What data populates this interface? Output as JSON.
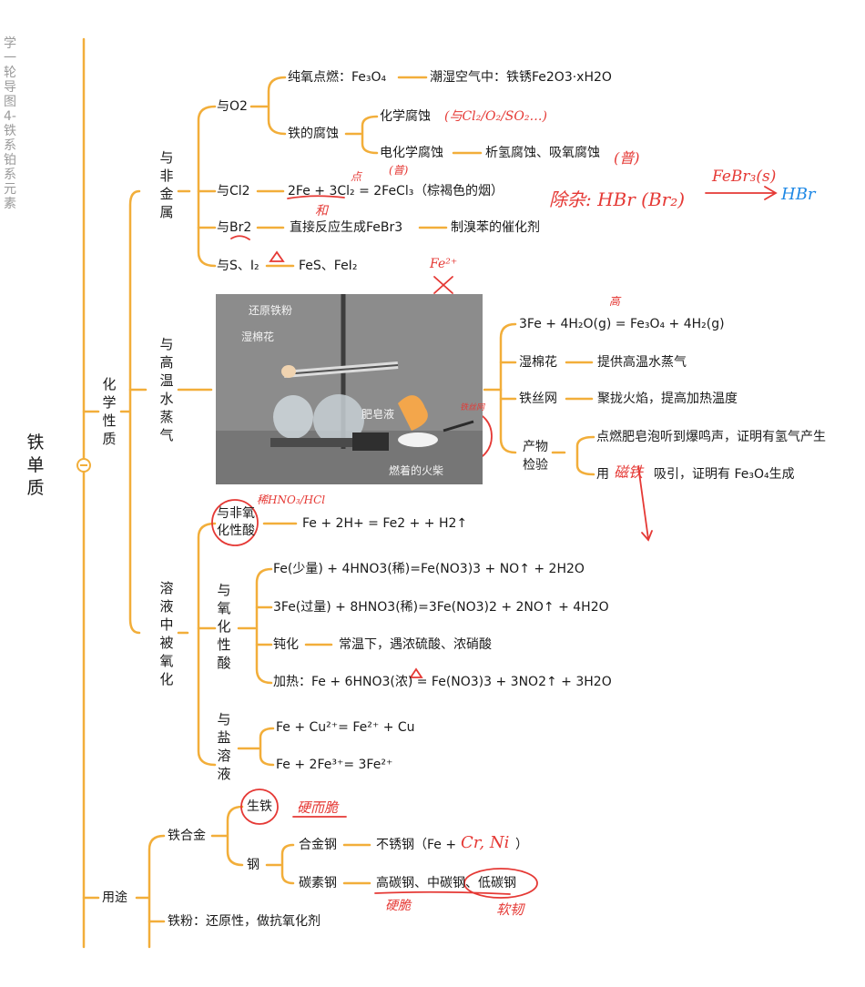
{
  "sidebar": {
    "title": "学一轮导图4-铁系铂系元素"
  },
  "root": {
    "label": "铁单质"
  },
  "chem": {
    "label": "化学性质",
    "nonmetal": {
      "label": "与非金属",
      "o2": {
        "label": "与O2",
        "burn": "纯氧点燃：Fe₃O₄",
        "humid": "潮湿空气中：铁锈Fe2O3·xH2O",
        "corrosion": "铁的腐蚀",
        "chem_corr": "化学腐蚀",
        "electro_corr": "电化学腐蚀",
        "electro_types": "析氢腐蚀、吸氧腐蚀"
      },
      "cl2": {
        "label": "与Cl2",
        "equation": "2Fe + 3Cl₂ = 2FeCl₃",
        "note": "（棕褐色的烟）"
      },
      "br2": {
        "label": "与Br2",
        "direct": "直接反应生成FeBr3",
        "catalyst": "制溴苯的催化剂"
      },
      "si": {
        "label": "与S、I₂",
        "product": "FeS、FeI₂"
      }
    },
    "steam": {
      "label": "与高温水蒸气",
      "photo": {
        "reduced_iron": "还原铁粉",
        "wet_cotton": "湿棉花",
        "soap": "肥皂液",
        "match": "燃着的火柴"
      },
      "equation": "3Fe + 4H₂O(g) = Fe₃O₄ + 4H₂(g)",
      "cotton": "湿棉花",
      "cotton_desc": "提供高温水蒸气",
      "mesh": "铁丝网",
      "mesh_desc": "聚拢火焰，提高加热温度",
      "test": "产物检验",
      "test_h2": "点燃肥皂泡听到爆鸣声，证明有氢气产生",
      "test_fe3o4_prefix": "用",
      "test_fe3o4_suffix": "吸引，证明有 Fe₃O₄生成"
    },
    "solution": {
      "label": "溶液中被氧化",
      "nonox_acid": {
        "label": "与非氧化性酸",
        "equation": "Fe + 2H+ = Fe2 + + H2↑"
      },
      "ox_acid": {
        "label": "与氧化性酸",
        "eq1": "Fe(少量) + 4HNO3(稀)=Fe(NO3)3 + NO↑ + 2H2O",
        "eq2": "3Fe(过量) + 8HNO3(稀)=3Fe(NO3)2 + 2NO↑ + 4H2O",
        "passiv": "钝化",
        "passiv_desc": "常温下，遇浓硫酸、浓硝酸",
        "heat": "加热：Fe + 6HNO3(浓) = Fe(NO3)3 + 3NO2↑ + 3H2O"
      },
      "salt": {
        "label": "与盐溶液",
        "eq1": "Fe + Cu²⁺= Fe²⁺ + Cu",
        "eq2": "Fe + 2Fe³⁺= 3Fe²⁺"
      }
    }
  },
  "use": {
    "label": "用途",
    "alloy": {
      "label": "铁合金",
      "pig": "生铁",
      "steel": "钢",
      "alloy_steel": "合金钢",
      "stainless_prefix": "不锈钢（Fe +",
      "stainless_suffix": "）",
      "carbon_steel": "碳素钢",
      "carbon_types": "高碳钢、中碳钢、低碳钢"
    },
    "powder": "铁粉：还原性，做抗氧化剂"
  },
  "annotations": {
    "o2_chem": "(与Cl₂/O₂/SO₂…)",
    "o2_electro_a": "(普)",
    "o2_electro_b": "(普)",
    "cl2_cond": "点",
    "cl2_under": "和",
    "br_removal": "除杂: HBr (Br₂)",
    "br_arrow": "FeBr₃(s)",
    "br_result": "HBr",
    "si_fe": "Fe²⁺",
    "steam_cond": "高",
    "nonox_acid": "稀HNO₃/HCl",
    "magnet": "磁铁",
    "cr_ni": "Cr, Ni",
    "pig_note": "硬而脆",
    "carbon_hard": "硬脆",
    "carbon_soft": "软韧",
    "photo_small": "铁丝网"
  },
  "colors": {
    "branch": "#f2ae3a",
    "ink_red": "#e53935",
    "ink_blue": "#1e88e5"
  }
}
